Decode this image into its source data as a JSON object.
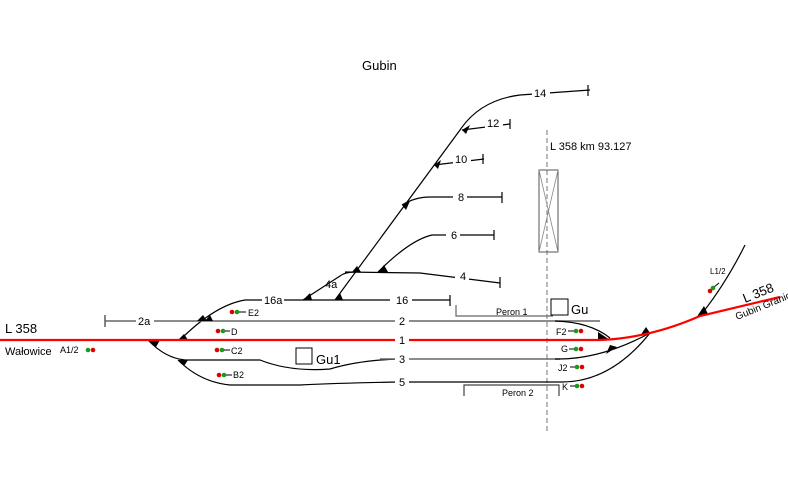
{
  "title": "Gubin",
  "line_left": {
    "name": "L 358",
    "station": "Wałowice"
  },
  "line_right": {
    "name": "L 358",
    "station": "Gubin Granica"
  },
  "km_marker": "L 358  km  93.127",
  "tracks": {
    "t1": "1",
    "t2": "2",
    "t2a": "2a",
    "t3": "3",
    "t4": "4",
    "t4a": "4a",
    "t5": "5",
    "t6": "6",
    "t8": "8",
    "t10": "10",
    "t12": "12",
    "t14": "14",
    "t16": "16",
    "t16a": "16a"
  },
  "platforms": {
    "p1": "Peron 1",
    "p2": "Peron 2"
  },
  "posts": {
    "gu": "Gu",
    "gu1": "Gu1"
  },
  "signals": {
    "a": "A1/2",
    "b": "B2",
    "c": "C2",
    "d": "D",
    "e": "E2",
    "f": "F2",
    "g": "G",
    "j": "J2",
    "k": "K",
    "l": "L1/2"
  },
  "colors": {
    "main_line": "#ff0000",
    "signal_red": "#e00000",
    "signal_green": "#1a9a1a"
  }
}
